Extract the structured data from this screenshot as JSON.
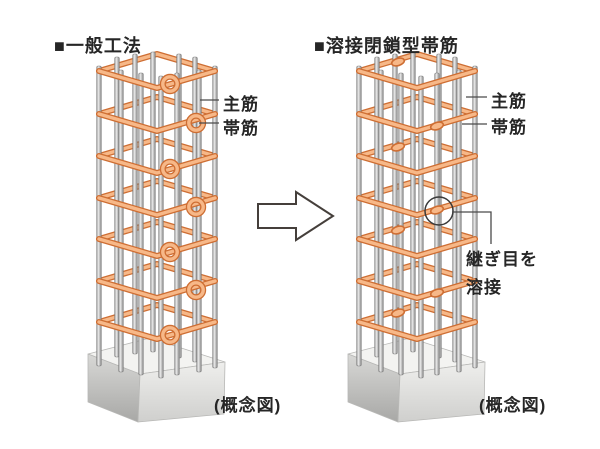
{
  "diagram": {
    "left_panel": {
      "title": "■一般工法",
      "labels": {
        "main_rebar": "主筋",
        "hoop_rebar": "帯筋"
      },
      "caption": "(概念図)"
    },
    "right_panel": {
      "title": "■溶接閉鎖型帯筋",
      "labels": {
        "main_rebar": "主筋",
        "hoop_rebar": "帯筋",
        "weld_note_line1": "継ぎ目を",
        "weld_note_line2": "溶接"
      },
      "caption": "(概念図)"
    }
  },
  "icons": {
    "transform_arrow": "right-arrow",
    "weld_marker": "annotation-circle"
  },
  "colors": {
    "hoop_fill": "#F7B888",
    "hoop_stroke": "#CE6E33",
    "bar_edge": "#7E7E7E",
    "text": "#262626",
    "leader": "#4A4A4A",
    "arrow_outline": "#453F3B",
    "concrete_top": "#F3F3F1"
  }
}
